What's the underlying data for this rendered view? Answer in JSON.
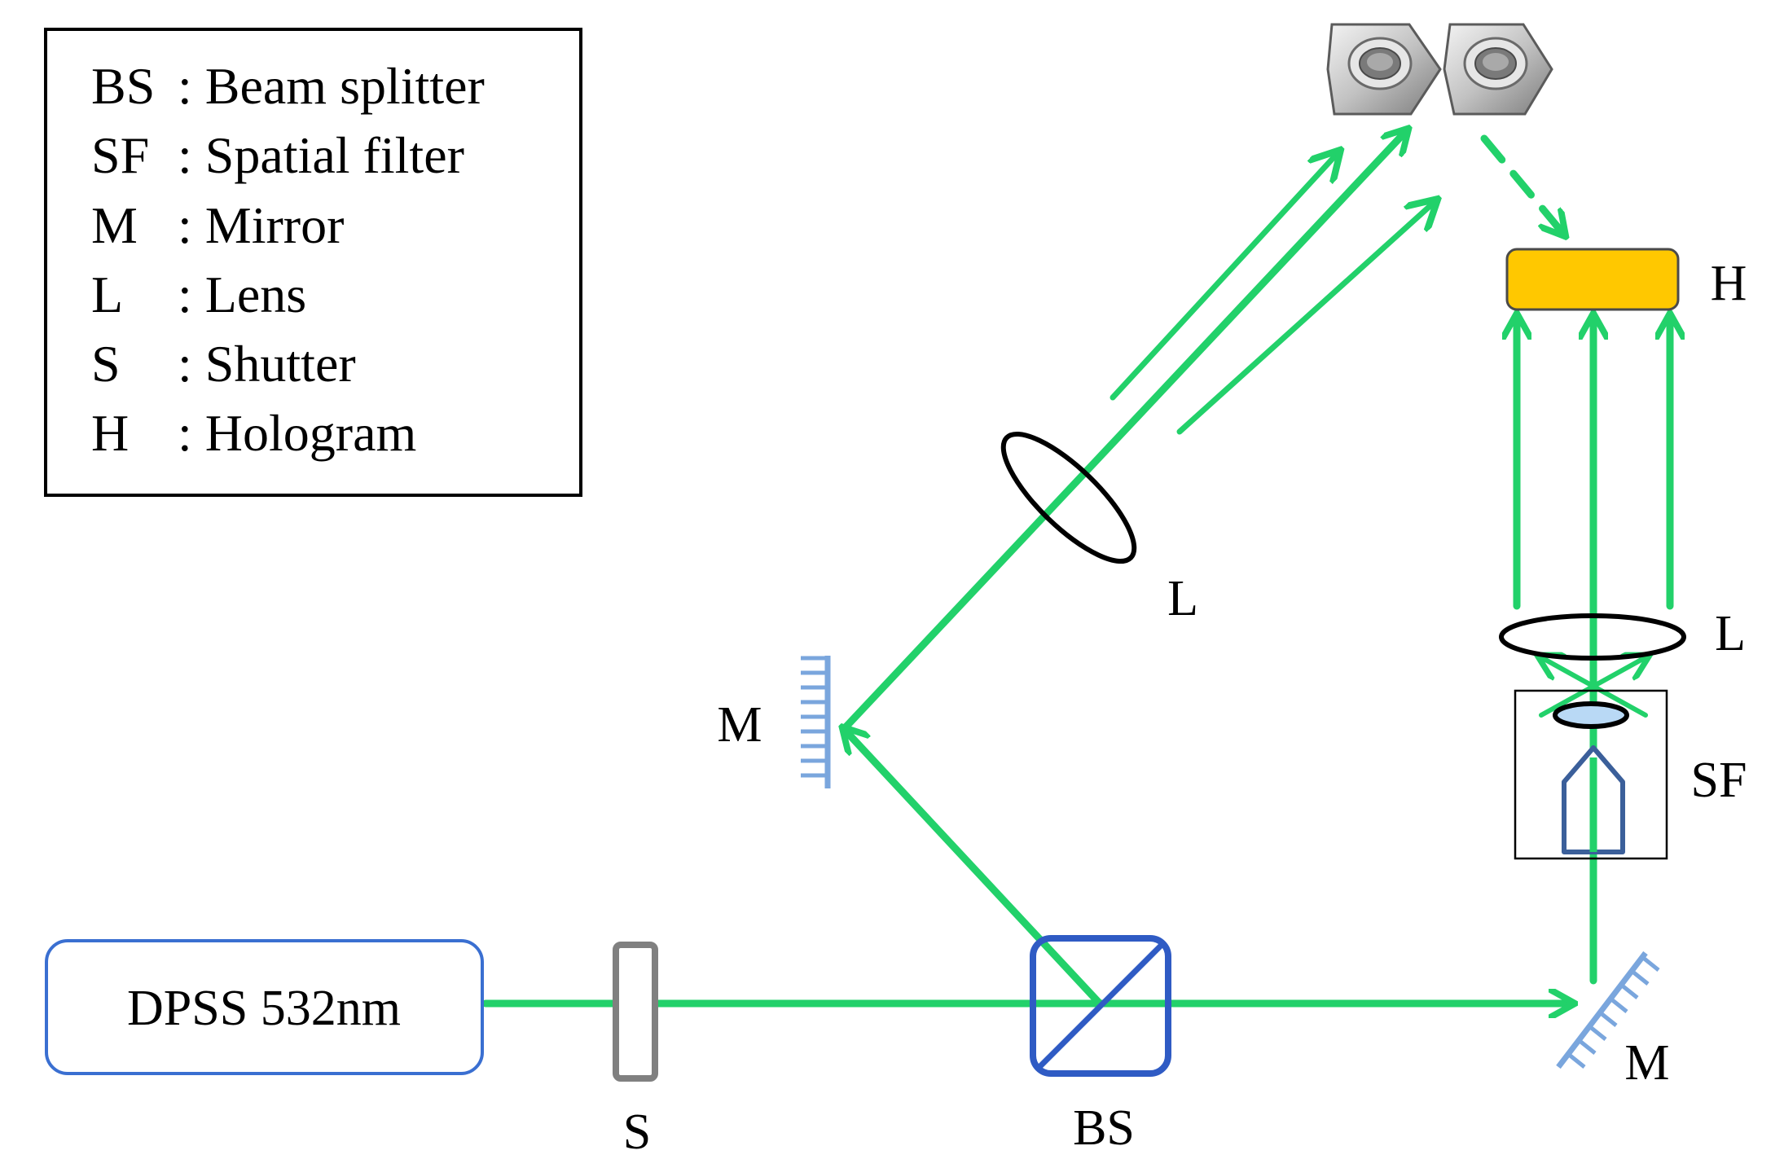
{
  "legend": {
    "rows": [
      {
        "abbr": "BS",
        "desc": ": Beam splitter"
      },
      {
        "abbr": "SF",
        "desc": ": Spatial filter"
      },
      {
        "abbr": "M",
        "desc": ": Mirror"
      },
      {
        "abbr": "L",
        "desc": ": Lens"
      },
      {
        "abbr": "S",
        "desc": ": Shutter"
      },
      {
        "abbr": "H",
        "desc": ": Hologram"
      }
    ]
  },
  "components": {
    "laser_label": "DPSS 532nm",
    "shutter_label": "S",
    "beam_splitter_label": "BS",
    "mirror_left_label": "M",
    "mirror_right_label": "M",
    "lens_object_label": "L",
    "lens_reference_label": "L",
    "spatial_filter_label": "SF",
    "hologram_label": "H"
  },
  "colors": {
    "beam": "#22d16a",
    "laser_box": "#3a6fd1",
    "beam_splitter": "#2f5bc4",
    "mirror": "#7aa6dd",
    "shutter": "#808080",
    "hologram": "#ffc800",
    "spatial_filter_lens": "#b9d9f5",
    "spatial_filter_objective": "#3b5f9a"
  },
  "icons": {
    "object": "hex-nut-icon"
  }
}
